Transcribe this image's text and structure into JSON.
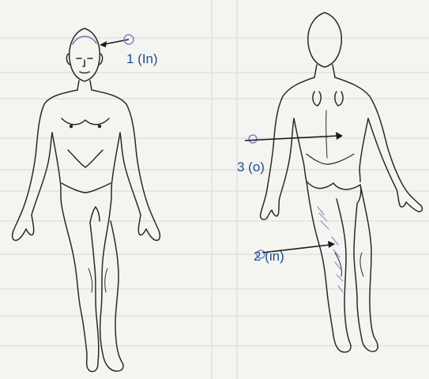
{
  "annotations": [
    {
      "id": "1",
      "label": "1 (In)"
    },
    {
      "id": "2",
      "label": "2 (in)"
    },
    {
      "id": "3",
      "label": "3 (o)"
    }
  ],
  "colors": {
    "ink": "#2a2a2a",
    "annotation": "#1f4f8f",
    "marker": "#7a86c8",
    "paper": "#f4f4f1",
    "shading": "#7d8fc0"
  },
  "icons": {
    "front_figure": "human-body-front-icon",
    "back_figure": "human-body-back-icon"
  }
}
